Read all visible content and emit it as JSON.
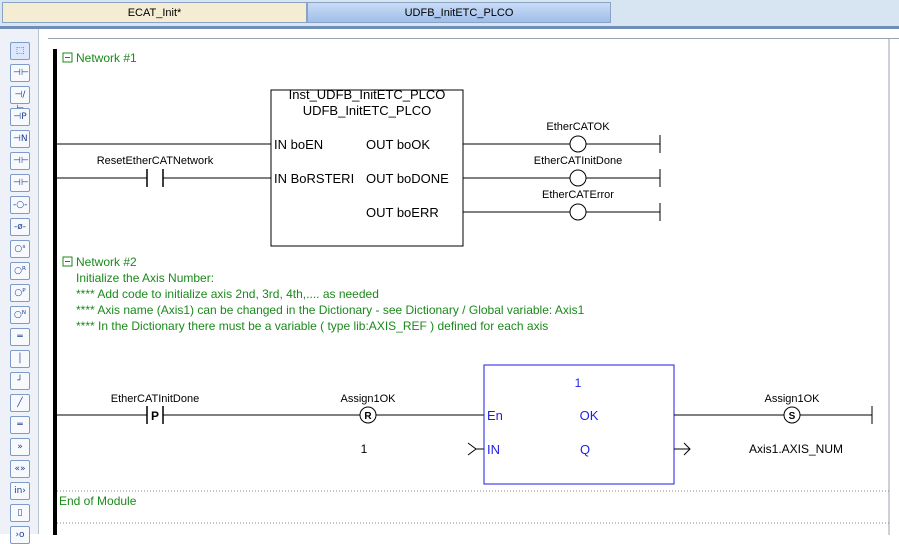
{
  "tabs": [
    {
      "label": "ECAT_Init*"
    },
    {
      "label": "UDFB_InitETC_PLCO"
    }
  ],
  "toolbar": {
    "items": [
      "select",
      "contact-no",
      "contact-nc",
      "contact-p",
      "contact-n",
      "contact-x",
      "coil",
      "coil-neg",
      "coil-set",
      "coil-reset",
      "coil-p",
      "coil-n",
      "hline",
      "vline",
      "step",
      "diag",
      "dline",
      "jump",
      "return",
      "in-var",
      "out-var"
    ]
  },
  "network1": {
    "label": "Network #1",
    "block": {
      "instance": "Inst_UDFB_InitETC_PLCO",
      "type": "UDFB_InitETC_PLCO",
      "in1": "IN  boEN",
      "in2": "IN  BoRSTERI",
      "out1": "OUT  boOK",
      "out2": "OUT  boDONE",
      "out3": "OUT  boERR"
    },
    "contact": "ResetEtherCATNetwork",
    "coils": [
      "EtherCATOK",
      "EtherCATInitDone",
      "EtherCATError"
    ]
  },
  "network2": {
    "label": "Network #2",
    "comment": [
      "Initialize the Axis Number:",
      "**** Add code to initialize axis 2nd, 3rd, 4th,.... as needed",
      "**** Axis name (Axis1) can be changed in the Dictionary - see Dictionary / Global variable: Axis1",
      "**** In the Dictionary there must be a variable ( type lib:AXIS_REF ) defined for each axis"
    ],
    "contact": "EtherCATInitDone",
    "contact_symbol": "P",
    "reset_coil": "Assign1OK",
    "reset_symbol": "R",
    "in_value": "1",
    "block": {
      "count": "1",
      "en": "En",
      "in": "IN",
      "ok": "OK",
      "q": "Q"
    },
    "set_coil": "Assign1OK",
    "set_symbol": "S",
    "output": "Axis1.AXIS_NUM"
  },
  "footer": {
    "label": "End of Module"
  },
  "colors": {
    "accent": "#1e1ee6",
    "comment": "#1a8a1a"
  }
}
